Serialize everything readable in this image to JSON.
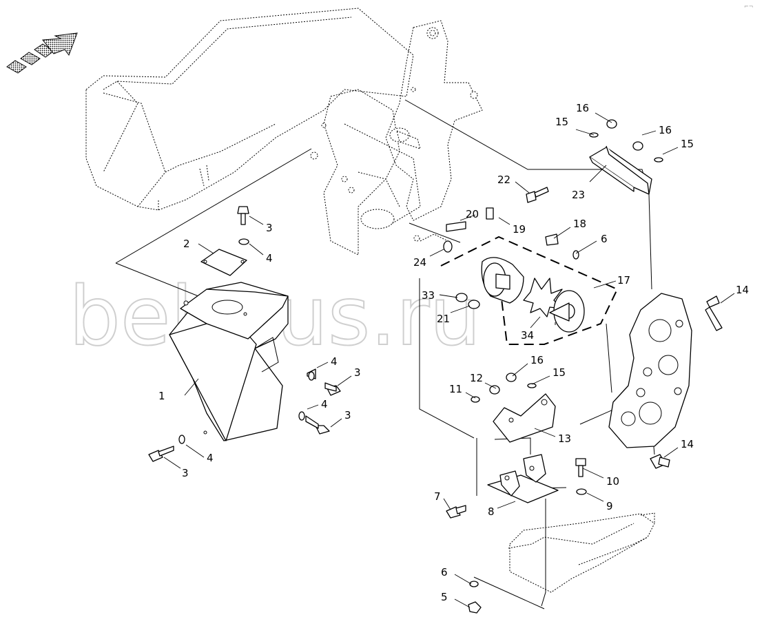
{
  "watermark": "belarus.ru",
  "corner_mark": "⌐¬",
  "callouts": [
    {
      "id": "1",
      "text": "1"
    },
    {
      "id": "2",
      "text": "2"
    },
    {
      "id": "3a",
      "text": "3"
    },
    {
      "id": "4a",
      "text": "4"
    },
    {
      "id": "4b",
      "text": "4"
    },
    {
      "id": "3b",
      "text": "3"
    },
    {
      "id": "4c",
      "text": "4"
    },
    {
      "id": "3c",
      "text": "3"
    },
    {
      "id": "4d",
      "text": "4"
    },
    {
      "id": "3d",
      "text": "3"
    },
    {
      "id": "16a",
      "text": "16"
    },
    {
      "id": "15a",
      "text": "15"
    },
    {
      "id": "16b",
      "text": "16"
    },
    {
      "id": "15b",
      "text": "15"
    },
    {
      "id": "22",
      "text": "22"
    },
    {
      "id": "23",
      "text": "23"
    },
    {
      "id": "20",
      "text": "20"
    },
    {
      "id": "19",
      "text": "19"
    },
    {
      "id": "18",
      "text": "18"
    },
    {
      "id": "6a",
      "text": "6"
    },
    {
      "id": "24",
      "text": "24"
    },
    {
      "id": "17",
      "text": "17"
    },
    {
      "id": "33",
      "text": "33"
    },
    {
      "id": "21",
      "text": "21"
    },
    {
      "id": "34",
      "text": "34"
    },
    {
      "id": "14a",
      "text": "14"
    },
    {
      "id": "16c",
      "text": "16"
    },
    {
      "id": "15c",
      "text": "15"
    },
    {
      "id": "12",
      "text": "12"
    },
    {
      "id": "11",
      "text": "11"
    },
    {
      "id": "13",
      "text": "13"
    },
    {
      "id": "14b",
      "text": "14"
    },
    {
      "id": "10",
      "text": "10"
    },
    {
      "id": "9",
      "text": "9"
    },
    {
      "id": "7",
      "text": "7"
    },
    {
      "id": "8",
      "text": "8"
    },
    {
      "id": "6b",
      "text": "6"
    },
    {
      "id": "5",
      "text": "5"
    }
  ]
}
